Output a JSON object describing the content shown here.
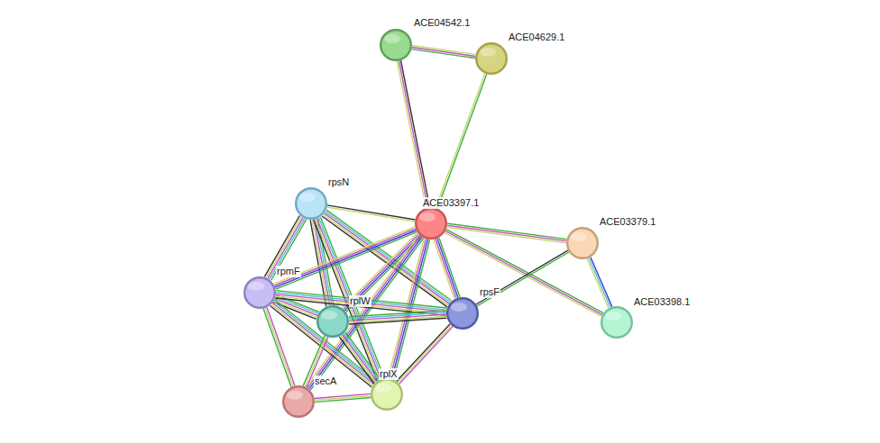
{
  "diagram": {
    "nodes": [
      {
        "text": [
          "ACE04542.1"
        ]
      },
      {
        "text": [
          "ACE04629.1"
        ]
      },
      {
        "text": [
          "rpsN"
        ]
      },
      {
        "text": [
          "ACE03397.1"
        ]
      },
      {
        "text": [
          "ACE03379.1"
        ]
      },
      {
        "text": [
          "rpmF"
        ]
      },
      {
        "text": [
          "rplW"
        ]
      },
      {
        "text": [
          "rpsF"
        ]
      },
      {
        "text": [
          "ACE03398.1"
        ]
      },
      {
        "text": [
          "secA"
        ]
      },
      {
        "text": [
          "rplX"
        ]
      }
    ],
    "edges": [
      {
        "from": 0,
        "to": 1,
        "arrow": "none"
      },
      {
        "from": 0,
        "to": 3,
        "arrow": "none"
      },
      {
        "from": 1,
        "to": 3,
        "arrow": "none"
      },
      {
        "from": 2,
        "to": 3,
        "arrow": "none"
      },
      {
        "from": 2,
        "to": 5,
        "arrow": "none"
      },
      {
        "from": 2,
        "to": 6,
        "arrow": "none"
      },
      {
        "from": 2,
        "to": 7,
        "arrow": "none"
      },
      {
        "from": 2,
        "to": 10,
        "arrow": "none"
      },
      {
        "from": 3,
        "to": 5,
        "arrow": "none"
      },
      {
        "from": 3,
        "to": 6,
        "arrow": "none"
      },
      {
        "from": 3,
        "to": 7,
        "arrow": "none"
      },
      {
        "from": 3,
        "to": 10,
        "arrow": "none"
      },
      {
        "from": 3,
        "to": 9,
        "arrow": "none"
      },
      {
        "from": 3,
        "to": 4,
        "arrow": "none"
      },
      {
        "from": 3,
        "to": 8,
        "arrow": "none"
      },
      {
        "from": 4,
        "to": 8,
        "arrow": "none"
      },
      {
        "from": 4,
        "to": 7,
        "arrow": "none"
      },
      {
        "from": 5,
        "to": 6,
        "arrow": "none"
      },
      {
        "from": 5,
        "to": 7,
        "arrow": "none"
      },
      {
        "from": 5,
        "to": 10,
        "arrow": "none"
      },
      {
        "from": 5,
        "to": 9,
        "arrow": "none"
      },
      {
        "from": 6,
        "to": 7,
        "arrow": "none"
      },
      {
        "from": 6,
        "to": 10,
        "arrow": "none"
      },
      {
        "from": 6,
        "to": 9,
        "arrow": "none"
      },
      {
        "from": 7,
        "to": 10,
        "arrow": "none"
      },
      {
        "from": 9,
        "to": 10,
        "arrow": "none"
      }
    ]
  }
}
